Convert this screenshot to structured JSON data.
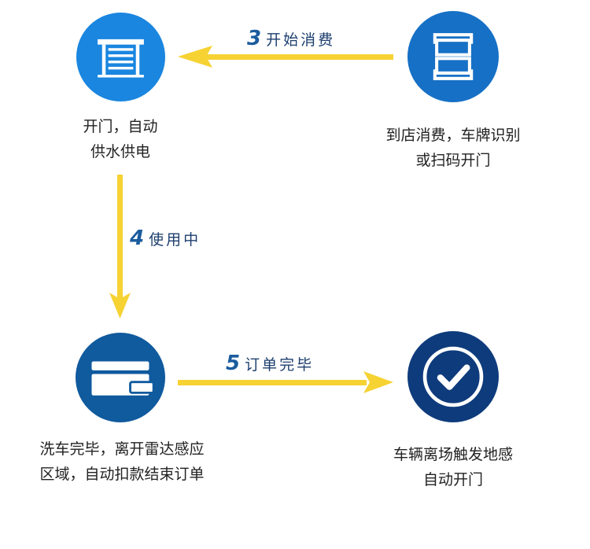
{
  "nodes": {
    "open_door": {
      "icon": "shutter-door-icon",
      "line1": "开门，自动",
      "line2": "供水供电",
      "color": "#1a86e0"
    },
    "scan": {
      "icon": "scan-frame-icon",
      "line1": "到店消费，车牌识别",
      "line2": "或扫码开门",
      "color": "#1670c6"
    },
    "payment": {
      "icon": "card-icon",
      "line1": "洗车完毕，离开雷达感应",
      "line2": "区域，自动扣款结束订单",
      "color": "#105a9e"
    },
    "done": {
      "icon": "check-circle-icon",
      "line1": "车辆离场触发地感",
      "line2": "自动开门",
      "color": "#0e3b7c"
    }
  },
  "steps": [
    {
      "num": "3",
      "label": "开始消费"
    },
    {
      "num": "4",
      "label": "使用中"
    },
    {
      "num": "5",
      "label": "订单完毕"
    }
  ],
  "arrow_color": "#f6d233"
}
